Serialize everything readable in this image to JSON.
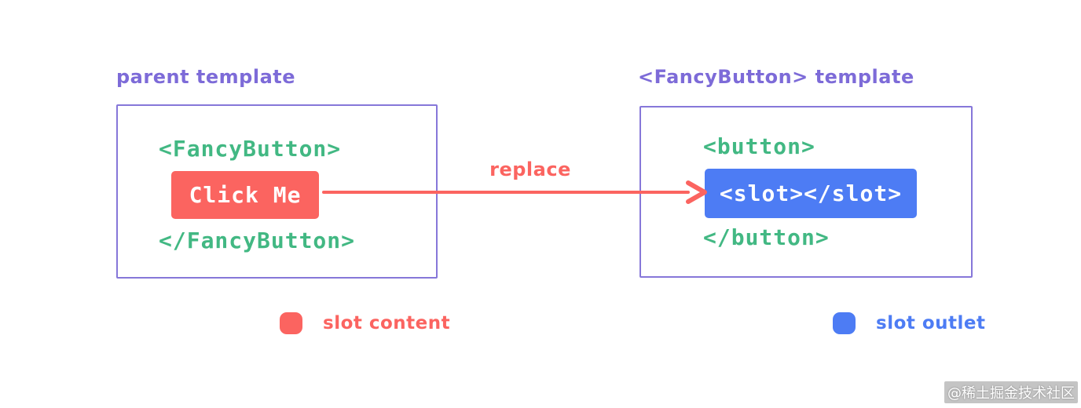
{
  "colors": {
    "coral": "#fb6460",
    "green": "#42b883",
    "purple_text": "#7d6bd8",
    "purple_border": "#8677d9",
    "blue": "#4d7cf4",
    "white": "#ffffff"
  },
  "left_panel": {
    "title": "parent template",
    "code_open": "<FancyButton>",
    "button_label": "Click Me",
    "code_close": "</FancyButton>"
  },
  "right_panel": {
    "title": "<FancyButton> template",
    "code_open": "<button>",
    "slot_label": "<slot></slot>",
    "code_close": "</button>"
  },
  "arrow": {
    "label": "replace"
  },
  "legend": {
    "left": {
      "label": "slot content"
    },
    "right": {
      "label": "slot outlet"
    }
  },
  "watermark": "@稀土掘金技术社区"
}
